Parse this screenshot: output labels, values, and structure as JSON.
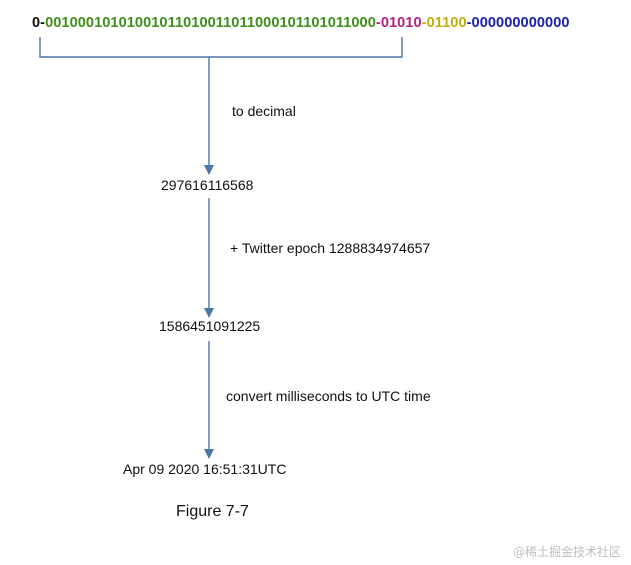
{
  "bit_string": {
    "sign_bit": "0",
    "sep1": "-",
    "timestamp_bits": "00100010101001011010011011000101101011000",
    "sep2": "-",
    "datacenter_bits": "01010",
    "sep3": "-",
    "machine_bits": "01100",
    "sep4": "-",
    "sequence_bits": "000000000000"
  },
  "colors": {
    "sign": "#111111",
    "timestamp": "#3f8f1a",
    "datacenter": "#b0247a",
    "machine": "#c2ad12",
    "sequence": "#1a22b0",
    "separator": "#111111",
    "bracket_and_arrows": "#4a76a8"
  },
  "steps": [
    {
      "label": "to decimal"
    },
    {
      "label": "+ Twitter epoch 1288834974657"
    },
    {
      "label": "convert milliseconds to UTC time"
    }
  ],
  "values": {
    "decimal": "297616116568",
    "epoch_ms": "1586451091225",
    "utc": "Apr 09 2020 16:51:31UTC"
  },
  "caption": "Figure 7-7",
  "watermark": "@稀土掘金技术社区"
}
